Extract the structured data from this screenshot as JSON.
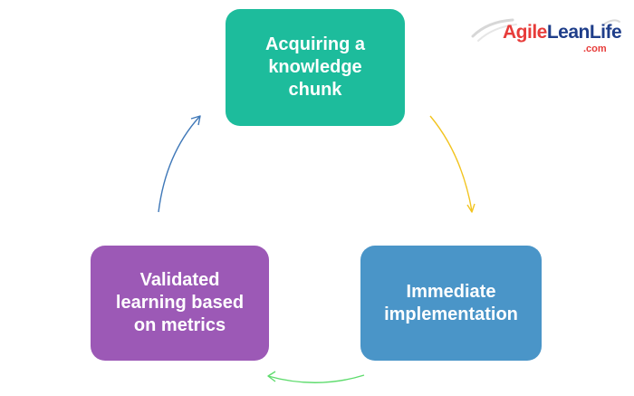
{
  "diagram": {
    "nodes": [
      {
        "id": "acquire",
        "label": "Acquiring  a\nknowledge\nchunk",
        "color": "#1dbc9c"
      },
      {
        "id": "implement",
        "label": "Immediate\nimplementation",
        "color": "#4a95c8"
      },
      {
        "id": "validate",
        "label": "Validated\nlearning based\non metrics",
        "color": "#9c59b6"
      }
    ],
    "arrows": [
      {
        "from": "acquire",
        "to": "implement",
        "color": "#f2c420"
      },
      {
        "from": "implement",
        "to": "validate",
        "color": "#5fdc6e"
      },
      {
        "from": "validate",
        "to": "acquire",
        "color": "#3f78b8"
      }
    ]
  },
  "logo": {
    "part1": "Agile",
    "part2": "Lean",
    "part3": "Life",
    "suffix": ".com",
    "primary_color": "#e73c3a",
    "secondary_color": "#1f3e8a"
  }
}
